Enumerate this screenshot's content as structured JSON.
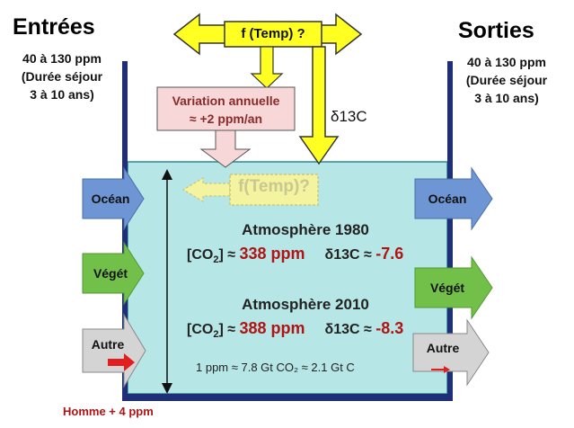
{
  "inputs": {
    "title": "Entrées",
    "ppm": "40 à 130 ppm",
    "residence_1": "(Durée séjour",
    "residence_2": "3 à 10 ans)"
  },
  "outputs": {
    "title": "Sorties",
    "ppm": "40 à 130 ppm",
    "residence_1": "(Durée séjour",
    "residence_2": "3 à 10 ans)"
  },
  "top_box": {
    "label": "f (Temp) ?"
  },
  "annual_variation": {
    "line1": "Variation annuelle",
    "line2": "≈ +2 ppm/an"
  },
  "delta_label": "δ13C",
  "inner_ftemp": "f(Temp)?",
  "atmosphere_1980": {
    "title": "Atmosphère 1980",
    "co2_prefix": "[CO",
    "co2_sub": "2",
    "co2_suffix": "] ≈ ",
    "co2_value": "338 ppm",
    "delta_prefix": "δ13C ≈ ",
    "delta_value": "-7.6"
  },
  "atmosphere_2010": {
    "title": "Atmosphère 2010",
    "co2_prefix": "[CO",
    "co2_sub": "2",
    "co2_suffix": "] ≈ ",
    "co2_value": "388 ppm",
    "delta_prefix": "δ13C ≈ ",
    "delta_value": "-8.3"
  },
  "conversion": "1 ppm ≈ 7.8 Gt CO₂ ≈ 2.1 Gt  C",
  "left_arrows": [
    "Océan",
    "Végét",
    "Autre"
  ],
  "right_arrows": [
    "Océan",
    "Végét",
    "Autre"
  ],
  "human": "Homme + 4 ppm",
  "colors": {
    "water": "#b6e6e6",
    "tank_wall": "#1e2f78",
    "ocean": "#6e95d4",
    "vegetation": "#72c04a",
    "other": "#d4d4d4",
    "yellow": "#ffff22",
    "pink": "#f7d7d7",
    "red": "#b01414"
  }
}
